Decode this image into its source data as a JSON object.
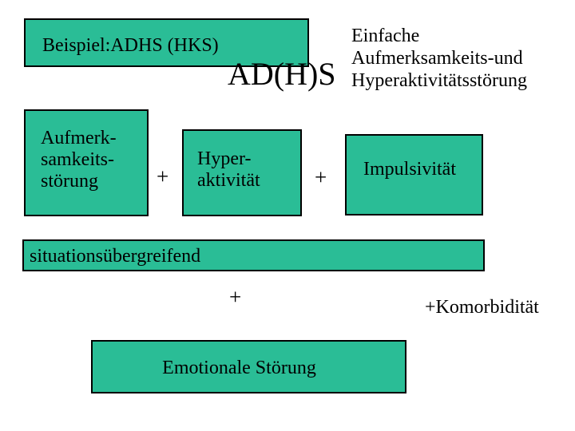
{
  "slide": {
    "colors": {
      "background": "#ffffff",
      "box_fill": "#2abd96",
      "box_border": "#000000",
      "text": "#000000"
    },
    "title_box": "Beispiel:ADHS (HKS)",
    "big_title": "AD(H)S",
    "subtitle_lines": [
      "Einfache",
      "Aufmerksamkeits-und",
      "Hyperaktivitätsstörung"
    ],
    "attention_box_lines": [
      "Aufmerk-",
      "samkeits-",
      "störung"
    ],
    "plus_1": "+",
    "hyperactivity_box_lines": [
      "Hyper-",
      "aktivität"
    ],
    "plus_2": "+",
    "impulsivity_box": "Impulsivität",
    "situations_bar": "situationsübergreifend",
    "plus_3": "+",
    "komorbiditaet_label": "+Komorbidität",
    "emotional_box": "Emotionale Störung"
  }
}
